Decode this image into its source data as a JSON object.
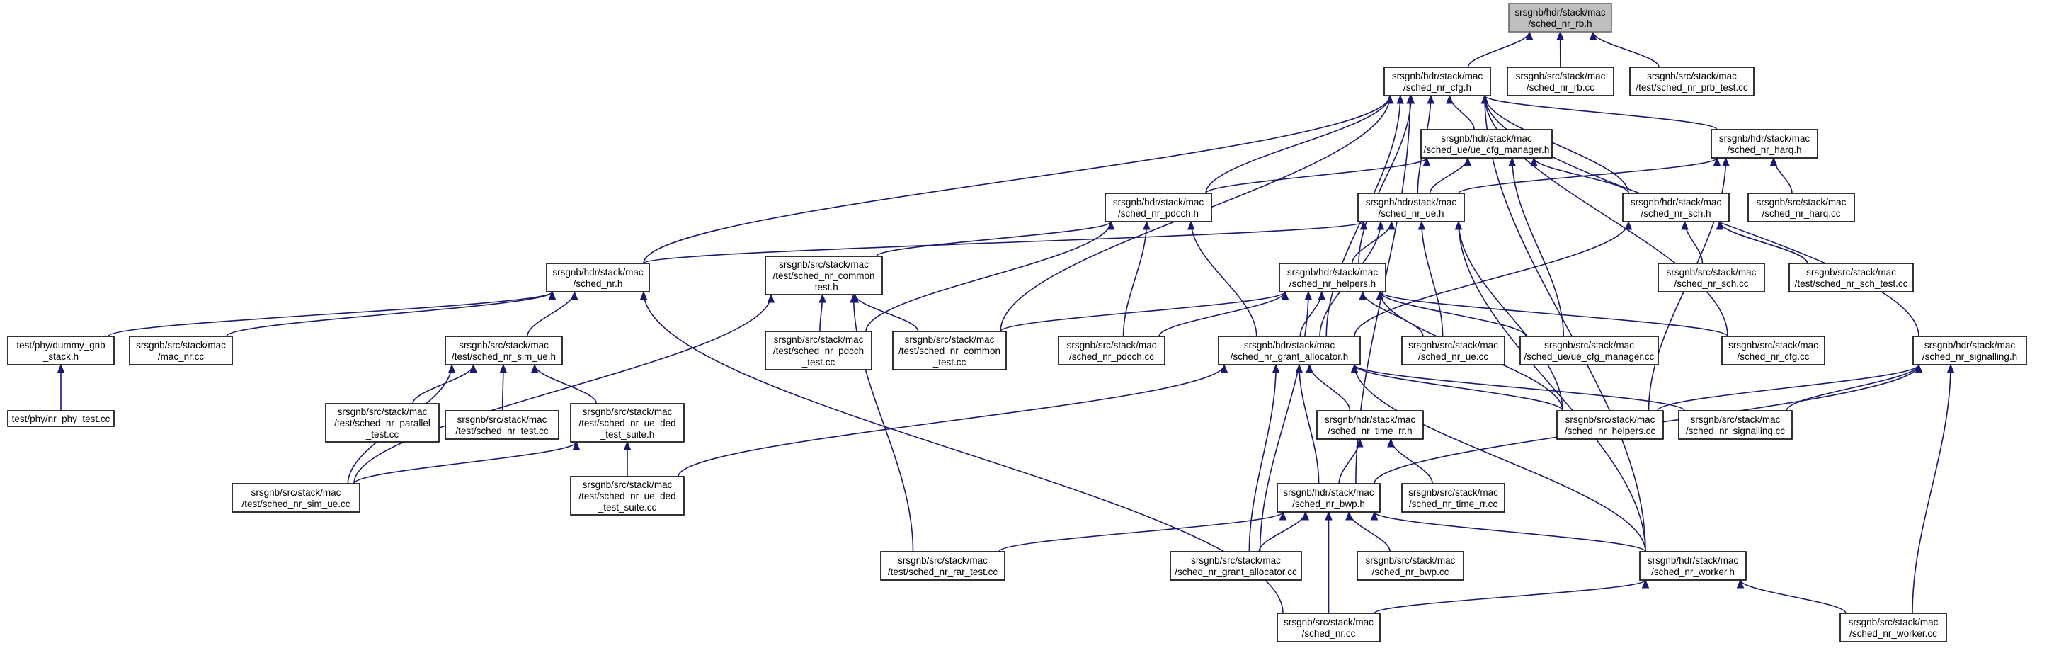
{
  "graph": {
    "edge_color": "#191970",
    "nodes": [
      {
        "id": "rb_h",
        "lines": [
          "srsgnb/hdr/stack/mac",
          "/sched_nr_rb.h"
        ],
        "highlighted": true
      },
      {
        "id": "cfg_h",
        "lines": [
          "srsgnb/hdr/stack/mac",
          "/sched_nr_cfg.h"
        ]
      },
      {
        "id": "rb_cc",
        "lines": [
          "srsgnb/src/stack/mac",
          "/sched_nr_rb.cc"
        ]
      },
      {
        "id": "prb_test",
        "lines": [
          "srsgnb/src/stack/mac",
          "/test/sched_nr_prb_test.cc"
        ]
      },
      {
        "id": "ue_cfg_mgr_h",
        "lines": [
          "srsgnb/hdr/stack/mac",
          "/sched_ue/ue_cfg_manager.h"
        ]
      },
      {
        "id": "harq_h",
        "lines": [
          "srsgnb/hdr/stack/mac",
          "/sched_nr_harq.h"
        ]
      },
      {
        "id": "pdcch_h",
        "lines": [
          "srsgnb/hdr/stack/mac",
          "/sched_nr_pdcch.h"
        ]
      },
      {
        "id": "ue_h",
        "lines": [
          "srsgnb/hdr/stack/mac",
          "/sched_nr_ue.h"
        ]
      },
      {
        "id": "sch_h",
        "lines": [
          "srsgnb/hdr/stack/mac",
          "/sched_nr_sch.h"
        ]
      },
      {
        "id": "harq_cc",
        "lines": [
          "srsgnb/src/stack/mac",
          "/sched_nr_harq.cc"
        ]
      },
      {
        "id": "sched_h",
        "lines": [
          "srsgnb/hdr/stack/mac",
          "/sched_nr.h"
        ]
      },
      {
        "id": "common_test_h",
        "lines": [
          "srsgnb/src/stack/mac",
          "/test/sched_nr_common",
          "_test.h"
        ]
      },
      {
        "id": "helpers_h",
        "lines": [
          "srsgnb/hdr/stack/mac",
          "/sched_nr_helpers.h"
        ]
      },
      {
        "id": "sch_cc",
        "lines": [
          "srsgnb/src/stack/mac",
          "/sched_nr_sch.cc"
        ]
      },
      {
        "id": "sch_test",
        "lines": [
          "srsgnb/src/stack/mac",
          "/test/sched_nr_sch_test.cc"
        ]
      },
      {
        "id": "dummy_gnb",
        "lines": [
          "test/phy/dummy_gnb",
          "_stack.h"
        ]
      },
      {
        "id": "mac_nr_cc",
        "lines": [
          "srsgnb/src/stack/mac",
          "/mac_nr.cc"
        ]
      },
      {
        "id": "sim_ue_h",
        "lines": [
          "srsgnb/src/stack/mac",
          "/test/sched_nr_sim_ue.h"
        ]
      },
      {
        "id": "pdcch_test",
        "lines": [
          "srsgnb/src/stack/mac",
          "/test/sched_nr_pdcch",
          "_test.cc"
        ]
      },
      {
        "id": "common_test_cc",
        "lines": [
          "srsgnb/src/stack/mac",
          "/test/sched_nr_common",
          "_test.cc"
        ]
      },
      {
        "id": "pdcch_cc",
        "lines": [
          "srsgnb/src/stack/mac",
          "/sched_nr_pdcch.cc"
        ]
      },
      {
        "id": "grant_alloc_h",
        "lines": [
          "srsgnb/hdr/stack/mac",
          "/sched_nr_grant_allocator.h"
        ]
      },
      {
        "id": "ue_cc",
        "lines": [
          "srsgnb/src/stack/mac",
          "/sched_nr_ue.cc"
        ]
      },
      {
        "id": "ue_cfg_mgr_cc",
        "lines": [
          "srsgnb/src/stack/mac",
          "/sched_ue/ue_cfg_manager.cc"
        ]
      },
      {
        "id": "cfg_cc",
        "lines": [
          "srsgnb/src/stack/mac",
          "/sched_nr_cfg.cc"
        ]
      },
      {
        "id": "signalling_h",
        "lines": [
          "srsgnb/hdr/stack/mac",
          "/sched_nr_signalling.h"
        ]
      },
      {
        "id": "nr_phy_test",
        "lines": [
          "test/phy/nr_phy_test.cc"
        ]
      },
      {
        "id": "parallel_test",
        "lines": [
          "srsgnb/src/stack/mac",
          "/test/sched_nr_parallel",
          "_test.cc"
        ]
      },
      {
        "id": "test_cc",
        "lines": [
          "srsgnb/src/stack/mac",
          "/test/sched_nr_test.cc"
        ]
      },
      {
        "id": "ue_ded_h",
        "lines": [
          "srsgnb/src/stack/mac",
          "/test/sched_nr_ue_ded",
          "_test_suite.h"
        ]
      },
      {
        "id": "time_rr_h",
        "lines": [
          "srsgnb/hdr/stack/mac",
          "/sched_nr_time_rr.h"
        ]
      },
      {
        "id": "helpers_cc",
        "lines": [
          "srsgnb/src/stack/mac",
          "/sched_nr_helpers.cc"
        ]
      },
      {
        "id": "signalling_cc",
        "lines": [
          "srsgnb/src/stack/mac",
          "/sched_nr_signalling.cc"
        ]
      },
      {
        "id": "sim_ue_cc",
        "lines": [
          "srsgnb/src/stack/mac",
          "/test/sched_nr_sim_ue.cc"
        ]
      },
      {
        "id": "ue_ded_cc",
        "lines": [
          "srsgnb/src/stack/mac",
          "/test/sched_nr_ue_ded",
          "_test_suite.cc"
        ]
      },
      {
        "id": "bwp_h",
        "lines": [
          "srsgnb/hdr/stack/mac",
          "/sched_nr_bwp.h"
        ]
      },
      {
        "id": "time_rr_cc",
        "lines": [
          "srsgnb/src/stack/mac",
          "/sched_nr_time_rr.cc"
        ]
      },
      {
        "id": "rar_test",
        "lines": [
          "srsgnb/src/stack/mac",
          "/test/sched_nr_rar_test.cc"
        ]
      },
      {
        "id": "grant_alloc_cc",
        "lines": [
          "srsgnb/src/stack/mac",
          "/sched_nr_grant_allocator.cc"
        ]
      },
      {
        "id": "bwp_cc",
        "lines": [
          "srsgnb/src/stack/mac",
          "/sched_nr_bwp.cc"
        ]
      },
      {
        "id": "worker_h",
        "lines": [
          "srsgnb/hdr/stack/mac",
          "/sched_nr_worker.h"
        ]
      },
      {
        "id": "sched_cc",
        "lines": [
          "srsgnb/src/stack/mac",
          "/sched_nr.cc"
        ]
      },
      {
        "id": "worker_cc",
        "lines": [
          "srsgnb/src/stack/mac",
          "/sched_nr_worker.cc"
        ]
      }
    ],
    "edges": [
      [
        "cfg_h",
        "rb_h"
      ],
      [
        "rb_cc",
        "rb_h"
      ],
      [
        "prb_test",
        "rb_h"
      ],
      [
        "ue_cfg_mgr_h",
        "cfg_h"
      ],
      [
        "harq_h",
        "cfg_h"
      ],
      [
        "pdcch_h",
        "cfg_h"
      ],
      [
        "ue_h",
        "cfg_h"
      ],
      [
        "sch_h",
        "cfg_h"
      ],
      [
        "sched_h",
        "cfg_h"
      ],
      [
        "helpers_h",
        "cfg_h"
      ],
      [
        "common_test_cc",
        "cfg_h"
      ],
      [
        "grant_alloc_h",
        "cfg_h"
      ],
      [
        "cfg_cc",
        "cfg_h"
      ],
      [
        "signalling_h",
        "cfg_h"
      ],
      [
        "bwp_h",
        "cfg_h"
      ],
      [
        "worker_h",
        "cfg_h"
      ],
      [
        "pdcch_h",
        "ue_cfg_mgr_h"
      ],
      [
        "ue_h",
        "ue_cfg_mgr_h"
      ],
      [
        "sch_h",
        "ue_cfg_mgr_h"
      ],
      [
        "ue_cfg_mgr_cc",
        "ue_cfg_mgr_h"
      ],
      [
        "ue_h",
        "harq_h"
      ],
      [
        "harq_cc",
        "harq_h"
      ],
      [
        "helpers_cc",
        "harq_h"
      ],
      [
        "common_test_h",
        "pdcch_h"
      ],
      [
        "pdcch_test",
        "pdcch_h"
      ],
      [
        "pdcch_cc",
        "pdcch_h"
      ],
      [
        "grant_alloc_h",
        "pdcch_h"
      ],
      [
        "sched_h",
        "ue_h"
      ],
      [
        "helpers_h",
        "ue_h"
      ],
      [
        "grant_alloc_h",
        "ue_h"
      ],
      [
        "ue_cc",
        "ue_h"
      ],
      [
        "helpers_cc",
        "ue_h"
      ],
      [
        "worker_h",
        "ue_h"
      ],
      [
        "grant_alloc_h",
        "sch_h"
      ],
      [
        "sch_cc",
        "sch_h"
      ],
      [
        "sch_test",
        "sch_h"
      ],
      [
        "dummy_gnb",
        "sched_h"
      ],
      [
        "mac_nr_cc",
        "sched_h"
      ],
      [
        "sim_ue_h",
        "sched_h"
      ],
      [
        "sched_cc",
        "sched_h"
      ],
      [
        "sim_ue_cc",
        "common_test_h"
      ],
      [
        "pdcch_test",
        "common_test_h"
      ],
      [
        "common_test_cc",
        "common_test_h"
      ],
      [
        "rar_test",
        "common_test_h"
      ],
      [
        "common_test_cc",
        "helpers_h"
      ],
      [
        "pdcch_cc",
        "helpers_h"
      ],
      [
        "grant_alloc_h",
        "helpers_h"
      ],
      [
        "ue_cc",
        "helpers_h"
      ],
      [
        "ue_cfg_mgr_cc",
        "helpers_h"
      ],
      [
        "cfg_cc",
        "helpers_h"
      ],
      [
        "helpers_cc",
        "helpers_h"
      ],
      [
        "grant_alloc_cc",
        "helpers_h"
      ],
      [
        "sch_test",
        "sch_h"
      ],
      [
        "nr_phy_test",
        "dummy_gnb"
      ],
      [
        "parallel_test",
        "sim_ue_h"
      ],
      [
        "test_cc",
        "sim_ue_h"
      ],
      [
        "ue_ded_h",
        "sim_ue_h"
      ],
      [
        "sim_ue_cc",
        "sim_ue_h"
      ],
      [
        "ue_ded_cc",
        "grant_alloc_h"
      ],
      [
        "time_rr_h",
        "grant_alloc_h"
      ],
      [
        "helpers_cc",
        "grant_alloc_h"
      ],
      [
        "signalling_cc",
        "grant_alloc_h"
      ],
      [
        "bwp_h",
        "grant_alloc_h"
      ],
      [
        "grant_alloc_cc",
        "grant_alloc_h"
      ],
      [
        "worker_h",
        "grant_alloc_h"
      ],
      [
        "helpers_cc",
        "signalling_h"
      ],
      [
        "signalling_cc",
        "signalling_h"
      ],
      [
        "bwp_h",
        "signalling_h"
      ],
      [
        "worker_cc",
        "signalling_h"
      ],
      [
        "sim_ue_cc",
        "ue_ded_h"
      ],
      [
        "ue_ded_cc",
        "ue_ded_h"
      ],
      [
        "bwp_h",
        "time_rr_h"
      ],
      [
        "time_rr_cc",
        "time_rr_h"
      ],
      [
        "rar_test",
        "bwp_h"
      ],
      [
        "grant_alloc_cc",
        "bwp_h"
      ],
      [
        "bwp_cc",
        "bwp_h"
      ],
      [
        "worker_h",
        "bwp_h"
      ],
      [
        "sched_cc",
        "bwp_h"
      ],
      [
        "sched_cc",
        "worker_h"
      ],
      [
        "worker_cc",
        "worker_h"
      ]
    ]
  }
}
